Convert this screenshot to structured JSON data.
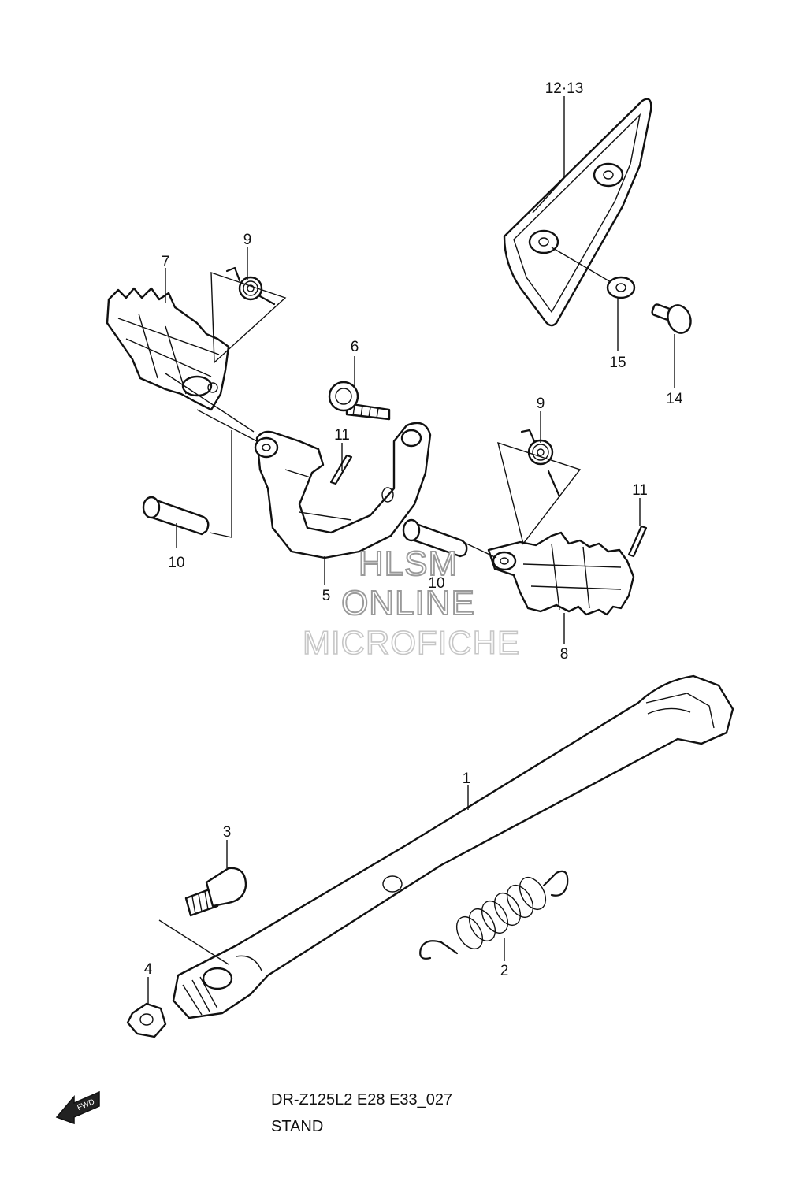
{
  "diagram": {
    "model_code": "DR-Z125L2 E28 E33_027",
    "section_title": "STAND",
    "fwd_label": "FWD",
    "watermark": [
      "HLSM",
      "ONLINE",
      "MICROFICHE"
    ],
    "callouts": {
      "c1": "1",
      "c2": "2",
      "c3": "3",
      "c4": "4",
      "c5": "5",
      "c6": "6",
      "c7": "7",
      "c8": "8",
      "c9a": "9",
      "c9b": "9",
      "c10a": "10",
      "c10b": "10",
      "c11a": "11",
      "c11b": "11",
      "c1213": "12·13",
      "c14": "14",
      "c15": "15"
    }
  }
}
